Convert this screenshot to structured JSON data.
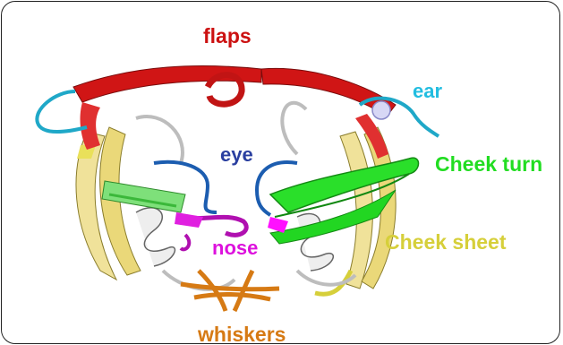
{
  "labels": {
    "flaps": "flaps",
    "ear": "ear",
    "eye": "eye",
    "cheek_turn": "Cheek turn",
    "cheek_sheet": "Cheek sheet",
    "nose": "nose",
    "whiskers": "whiskers"
  },
  "colors": {
    "flaps": "#cc1111",
    "ear": "#22bde0",
    "eye": "#2a3fa0",
    "cheek_turn": "#22dd22",
    "cheek_sheet": "#d6cf3a",
    "nose": "#dd11dd",
    "whiskers": "#d67a14",
    "helix": "#e6e6e6",
    "sheet_body": "#f0e29a",
    "frame": "#222222"
  },
  "structure": "HIV protease dimer ribbon cartoon with labelled regions"
}
